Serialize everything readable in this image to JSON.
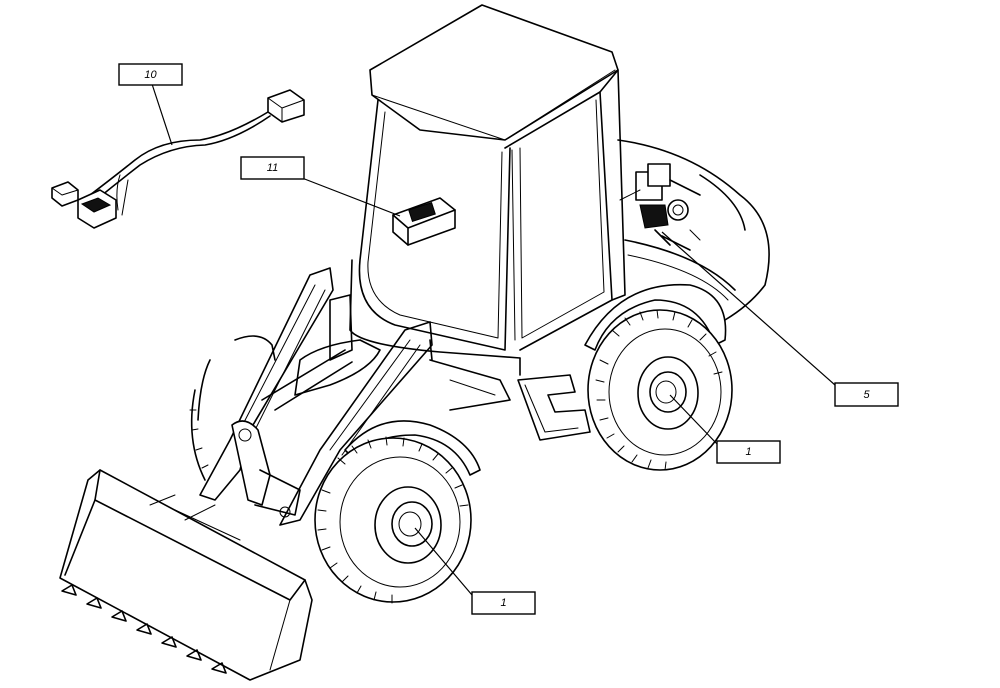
{
  "callouts": [
    {
      "id": "c10",
      "label": "10"
    },
    {
      "id": "c11",
      "label": "11"
    },
    {
      "id": "c5",
      "label": "5"
    },
    {
      "id": "c1a",
      "label": "1"
    },
    {
      "id": "c1b",
      "label": "1"
    }
  ],
  "parts": {
    "harness": "wiring-harness",
    "switch": "dashboard-switch",
    "module": "control-module",
    "wheel_front": "front-wheel",
    "wheel_rear": "rear-wheel"
  },
  "colors": {
    "line": "#000000",
    "background": "#ffffff"
  }
}
